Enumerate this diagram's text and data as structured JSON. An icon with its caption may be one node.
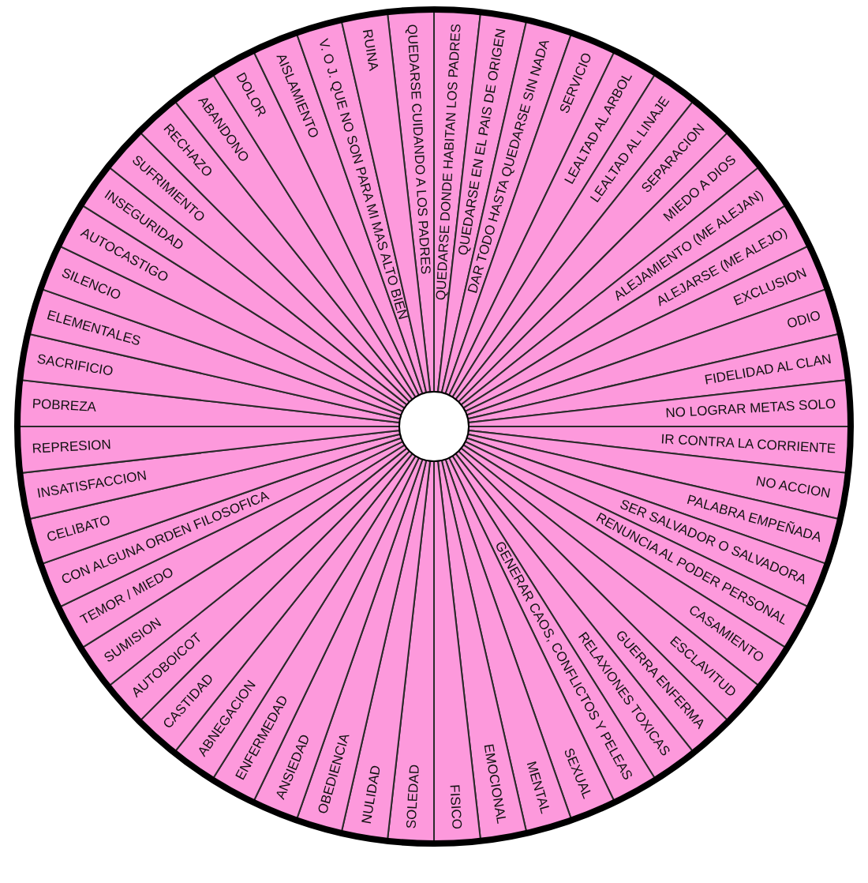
{
  "diagram": {
    "nodes": [
      {
        "text": [
          "QUEDARSE CUIDANDO A LOS PADRES"
        ]
      },
      {
        "text": [
          "QUEDARSE DONDE HABITAN LOS PADRES"
        ]
      },
      {
        "text": [
          "QUEDARSE EN EL PAIS DE ORIGEN"
        ]
      },
      {
        "text": [
          "DAR TODO HASTA QUEDARSE SIN NADA"
        ]
      },
      {
        "text": [
          "SERVICIO"
        ]
      },
      {
        "text": [
          "LEALTAD AL ARBOL"
        ]
      },
      {
        "text": [
          "LEALTAD AL LINAJE"
        ]
      },
      {
        "text": [
          "SEPARACION"
        ]
      },
      {
        "text": [
          "MIEDO A DIOS"
        ]
      },
      {
        "text": [
          "ALEJAMIENTO (ME ALEJAN)"
        ]
      },
      {
        "text": [
          "ALEJARSE (ME ALEJO)"
        ]
      },
      {
        "text": [
          "EXCLUSION"
        ]
      },
      {
        "text": [
          "ODIO"
        ]
      },
      {
        "text": [
          "FIDELIDAD AL CLAN"
        ]
      },
      {
        "text": [
          "NO LOGRAR METAS SOLO"
        ]
      },
      {
        "text": [
          "IR CONTRA LA CORRIENTE"
        ]
      },
      {
        "text": [
          "NO ACCION"
        ]
      },
      {
        "text": [
          "PALABRA EMPEÑADA"
        ]
      },
      {
        "text": [
          "SER SALVADOR O SALVADORA"
        ]
      },
      {
        "text": [
          "RENUNCIA AL PODER PERSONAL"
        ]
      },
      {
        "text": [
          "CASAMIENTO"
        ]
      },
      {
        "text": [
          "ESCLAVITUD"
        ]
      },
      {
        "text": [
          "GUERRA ENFERMA"
        ]
      },
      {
        "text": [
          "RELAXIONES TOXICAS"
        ]
      },
      {
        "text": [
          "GENERAR CAOS, CONFLICTOS Y PELEAS"
        ]
      },
      {
        "text": [
          "SEXUAL"
        ]
      },
      {
        "text": [
          "MENTAL"
        ]
      },
      {
        "text": [
          "EMOCIONAL"
        ]
      },
      {
        "text": [
          "FISICO"
        ]
      },
      {
        "text": [
          "SOLEDAD"
        ]
      },
      {
        "text": [
          "NULIDAD"
        ]
      },
      {
        "text": [
          "OBEDIENCIA"
        ]
      },
      {
        "text": [
          "ANSIEDAD"
        ]
      },
      {
        "text": [
          "ENFERMEDAD"
        ]
      },
      {
        "text": [
          "ABNEGACION"
        ]
      },
      {
        "text": [
          "CASTIDAD"
        ]
      },
      {
        "text": [
          "AUTOBOICOT"
        ]
      },
      {
        "text": [
          "SUMISION"
        ]
      },
      {
        "text": [
          "TEMOR / MIEDO"
        ]
      },
      {
        "text": [
          "CON ALGUNA ORDEN FILOSOFICA"
        ]
      },
      {
        "text": [
          "CELIBATO"
        ]
      },
      {
        "text": [
          "INSATISFACCION"
        ]
      },
      {
        "text": [
          "REPRESION"
        ]
      },
      {
        "text": [
          "POBREZA"
        ]
      },
      {
        "text": [
          "SACRIFICIO"
        ]
      },
      {
        "text": [
          "ELEMENTALES"
        ]
      },
      {
        "text": [
          "SILENCIO"
        ]
      },
      {
        "text": [
          "AUTOCASTIGO"
        ]
      },
      {
        "text": [
          "INSEGURIDAD"
        ]
      },
      {
        "text": [
          "SUFRIMIENTO"
        ]
      },
      {
        "text": [
          "RECHAZO"
        ]
      },
      {
        "text": [
          "ABANDONO"
        ]
      },
      {
        "text": [
          "DOLOR"
        ]
      },
      {
        "text": [
          "AISLAMIENTO"
        ]
      },
      {
        "text": [
          "V. O J. QUE NO SON PARA MI MAS ALTO BIEN"
        ]
      },
      {
        "text": [
          "RUINA"
        ]
      }
    ]
  }
}
